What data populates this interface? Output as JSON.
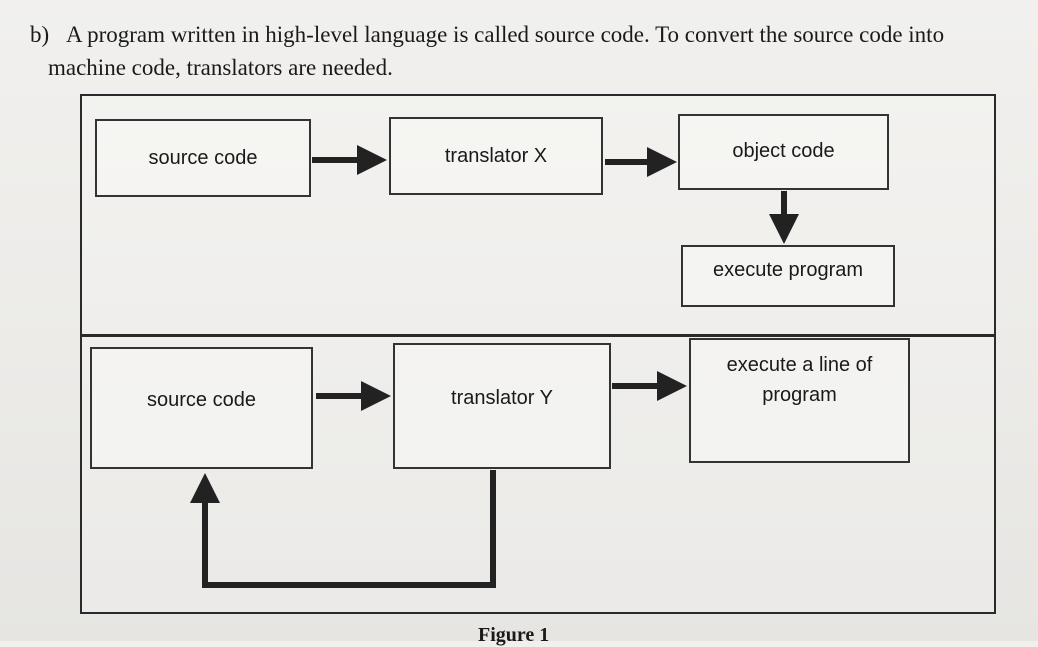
{
  "question": {
    "number": "b)",
    "line1": "A program written in high-level language is called source code. To convert the source code into",
    "line2": "machine code, translators are needed."
  },
  "diagram": {
    "top_row": {
      "source": "source code",
      "translator": "translator X",
      "object": "object code",
      "execute": "execute program"
    },
    "bottom_row": {
      "source": "source code",
      "translator": "translator Y",
      "execute": "execute a line of program"
    }
  },
  "caption": "Figure 1"
}
